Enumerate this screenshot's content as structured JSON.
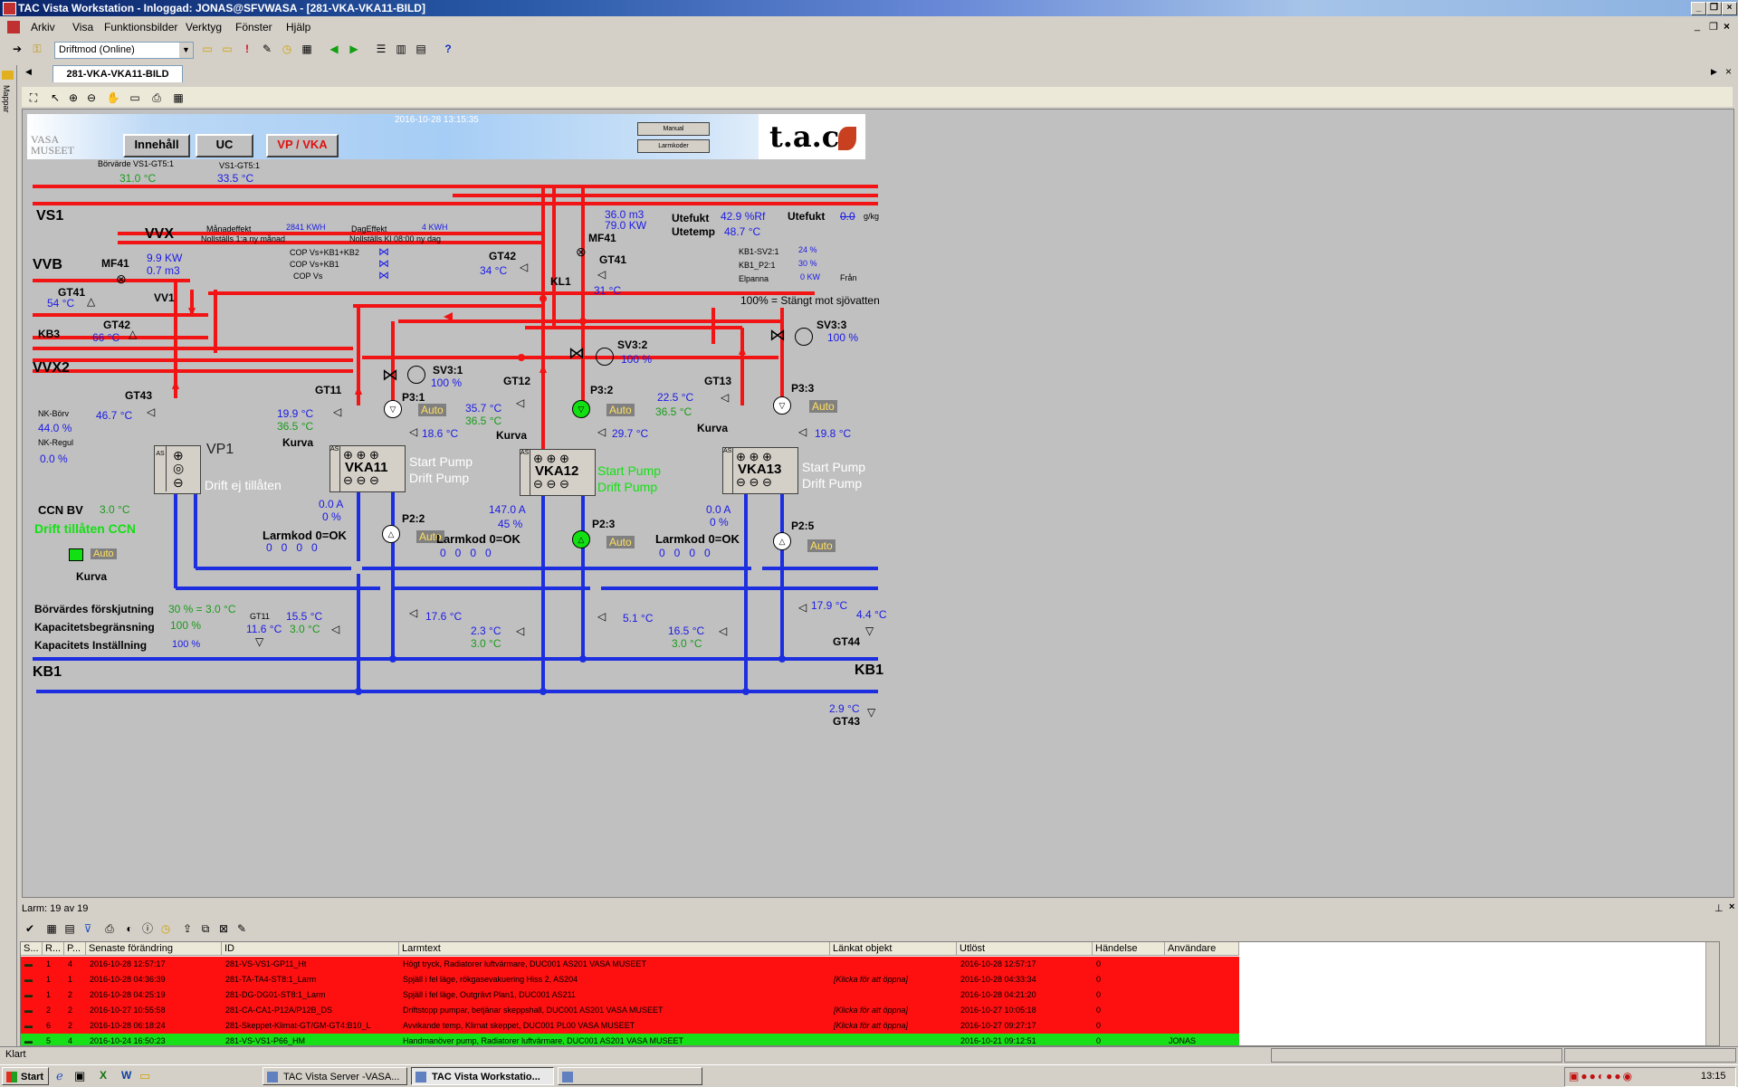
{
  "window": {
    "title": "TAC Vista Workstation - Inloggad: JONAS@SFVWASA - [281-VKA-VKA11-BILD]"
  },
  "menu": [
    "Arkiv",
    "Visa",
    "Funktionsbilder",
    "Verktyg",
    "Fönster",
    "Hjälp"
  ],
  "toolbar": {
    "mode": "Driftmod (Online)"
  },
  "left_strip_label": "Mappar",
  "doc_tab": "281-VKA-VKA11-BILD",
  "scada": {
    "timestamp": "2016-10-28 13:15:35",
    "nav_buttons": [
      "Innehåll",
      "UC",
      "VP / VKA"
    ],
    "small_buttons": [
      "Manual",
      "Larmkoder"
    ],
    "logo": "t.a.c",
    "vasa_logo": "VASA MUSEET",
    "vs1": {
      "borvarde_label": "Börvärde VS1-GT5:1",
      "borvarde_value": "31.0 °C",
      "gt5_label": "VS1-GT5:1",
      "gt5_value": "33.5 °C",
      "name": "VS1"
    },
    "vvx": {
      "name": "VVX",
      "manadseffekt_label": "Månadeffekt",
      "manadseffekt_value": "2841 KWH",
      "manad_reset": "Nollställs 1:a ny månad",
      "dageffekt_label": "DagEffekt",
      "dageffekt_value": "4 KWH",
      "dag_reset": "Nollställs Kl 08:00  ny dag",
      "cop1": "COP Vs+KB1+KB2",
      "cop2": "COP Vs+KB1",
      "cop3": "COP Vs"
    },
    "vvb": {
      "name": "VVB",
      "mf41": "MF41",
      "kw": "9.9 KW",
      "m3": "0.7 m3",
      "gt41": "GT41",
      "gt41_value": "54 °C",
      "vv1": "VV1"
    },
    "kb3": {
      "name": "KB3",
      "gt42": "GT42",
      "gt42_value": "66 °C"
    },
    "vvx2": "VVX2",
    "gt43": {
      "label": "GT43",
      "value": "46.7 °C"
    },
    "nk": {
      "borv_label": "NK-Börv",
      "borv_value": "44.0 %",
      "regul_label": "NK-Regul",
      "regul_value": "0.0 %"
    },
    "vp1": {
      "name": "VP1",
      "status": "Drift ej tillåten"
    },
    "ccn": {
      "label": "CCN BV",
      "value": "3.0 °C",
      "status": "Drift tillåten CCN",
      "auto": "Auto",
      "kurva": "Kurva"
    },
    "gt42_main": {
      "label": "GT42",
      "value": "34 °C"
    },
    "kl1": "KL1",
    "flow": {
      "m3": "36.0 m3",
      "kw": "79.0 KW",
      "mf41": "MF41",
      "gt41": "GT41",
      "gt41_value": "31 °C"
    },
    "outdoor": {
      "utefukt_label": "Utefukt",
      "utefukt_value": "42.9 %Rf",
      "utetemp_label": "Utetemp",
      "utetemp_value": "48.7 °C",
      "utefukt2_label": "Utefukt",
      "utefukt2_value": "0.0",
      "utefukt2_unit": "g/kg"
    },
    "kb_info": {
      "kb1_sv2_label": "KB1-SV2:1",
      "kb1_sv2_value": "24 %",
      "kb1_p2_label": "KB1_P2:1",
      "kb1_p2_value": "30 %",
      "elpanna_label": "Elpanna",
      "elpanna_value": "0 KW",
      "elpanna_state": "Från",
      "note": "100% = Stängt mot sjövatten"
    },
    "vka11": {
      "name": "VKA11",
      "sv": "SV3:1",
      "sv_value": "100 %",
      "pump": "P3:1",
      "pump_mode": "Auto",
      "gt11": "GT11",
      "t1": "19.9 °C",
      "t2": "36.5 °C",
      "kurva": "Kurva",
      "t_ret": "18.6 °C",
      "start": "Start Pump",
      "drift": "Drift Pump",
      "amp": "0.0 A",
      "pct": "0 %",
      "p2": "P2:2",
      "p2_mode": "Auto",
      "larm_label": "Larmkod 0=OK",
      "larm_codes": "0   0   0   0"
    },
    "vka12": {
      "name": "VKA12",
      "sv": "SV3:2",
      "sv_value": "100 %",
      "pump": "P3:2",
      "pump_mode": "Auto",
      "gt12": "GT12",
      "t1": "35.7 °C",
      "t2": "36.5 °C",
      "kurva": "Kurva",
      "t_ret": "29.7 °C",
      "start": "Start Pump",
      "drift": "Drift Pump",
      "amp": "147.0 A",
      "pct": "45 %",
      "p2": "P2:3",
      "p2_mode": "Auto",
      "larm_label": "Larmkod 0=OK",
      "larm_codes": "0   0   0   0"
    },
    "vka13": {
      "name": "VKA13",
      "sv": "SV3:3",
      "sv_value": "100 %",
      "pump": "P3:3",
      "pump_mode": "Auto",
      "gt13": "GT13",
      "t1": "22.5 °C",
      "t2": "36.5 °C",
      "kurva": "Kurva",
      "t_ret": "19.8 °C",
      "start": "Start Pump",
      "drift": "Drift Pump",
      "amp": "0.0 A",
      "pct": "0 %",
      "p2": "P2:5",
      "p2_mode": "Auto",
      "larm_label": "Larmkod 0=OK",
      "larm_codes": "0   0   0   0"
    },
    "bottom": {
      "forskj_label": "Börvärdes förskjutning",
      "forskj_value": "30 % = 3.0 °C",
      "kapbeg_label": "Kapacitetsbegränsning",
      "kapbeg_value": "100 %",
      "kapinst_label": "Kapacitets Inställning",
      "kapinst_value": "100 %",
      "gt11_label": "GT11",
      "gt11_v1": "15.5 °C",
      "gt11_v2": "11.6 °C",
      "gt11_v3": "3.0 °C",
      "t_176": "17.6 °C",
      "t_23": "2.3 °C",
      "t_30a": "3.0 °C",
      "t_51": "5.1 °C",
      "t_165": "16.5 °C",
      "t_30b": "3.0 °C",
      "t_179": "17.9 °C",
      "t_44": "4.4 °C",
      "gt44": "GT44",
      "kb1_left": "KB1",
      "kb1_right": "KB1",
      "gt43_value": "2.9 °C",
      "gt43": "GT43"
    }
  },
  "alarm_panel": {
    "header": "Larm: 19 av 19",
    "columns": [
      "S...",
      "R...",
      "P...",
      "Senaste förändring",
      "ID",
      "Larmtext",
      "Länkat objekt",
      "Utlöst",
      "Händelse",
      "Användare"
    ],
    "rows": [
      {
        "r": "1",
        "p": "4",
        "time": "2016-10-28 12:57:17",
        "id": "281-VS-VS1-GP11_Ht",
        "text": "Högt tryck, Radiatorer luftvärmare, DUC001 AS201 VASA MUSEET",
        "link": "",
        "utlost": "2016-10-28 12:57:17",
        "h": "0",
        "user": "",
        "color": "#ff1010"
      },
      {
        "r": "1",
        "p": "1",
        "time": "2016-10-28 04:36:39",
        "id": "281-TA-TA4-ST8:1_Larm",
        "text": "Spjäll i fel läge, rökgasevakuering Hiss 2, AS204",
        "link": "[Klicka för att öppna]",
        "utlost": "2016-10-28 04:33:34",
        "h": "0",
        "user": "",
        "color": "#ff1010"
      },
      {
        "r": "1",
        "p": "2",
        "time": "2016-10-28 04:25:19",
        "id": "281-DG-DG01-ST8:1_Larm",
        "text": "Spjäll i fel läge, Outgrävt Plan1, DUC001 AS211",
        "link": "",
        "utlost": "2016-10-28 04:21:20",
        "h": "0",
        "user": "",
        "color": "#ff1010"
      },
      {
        "r": "2",
        "p": "2",
        "time": "2016-10-27 10:55:58",
        "id": "281-CA-CA1-P12A/P12B_DS",
        "text": "Driftstopp pumpar, betjänar skeppshall, DUC001 AS201 VASA MUSEET",
        "link": "[Klicka för att öppna]",
        "utlost": "2016-10-27 10:05:18",
        "h": "0",
        "user": "",
        "color": "#ff1010"
      },
      {
        "r": "6",
        "p": "2",
        "time": "2016-10-28 06:18:24",
        "id": "281-Skeppet-Klimat-GT/GM-GT4:B10_L",
        "text": "Avvikande temp, Klimat skeppet, DUC001 PL00 VASA MUSEET",
        "link": "[Klicka för att öppna]",
        "utlost": "2016-10-27 09:27:17",
        "h": "0",
        "user": "",
        "color": "#ff1010"
      },
      {
        "r": "5",
        "p": "4",
        "time": "2016-10-24 16:50:23",
        "id": "281-VS-VS1-P66_HM",
        "text": "Handmanöver pump, Radiatorer luftvärmare, DUC001 AS201 VASA MUSEET",
        "link": "",
        "utlost": "2016-10-21 09:12:51",
        "h": "0",
        "user": "JONAS",
        "color": "#18e018"
      }
    ]
  },
  "status": "Klart",
  "taskbar": {
    "start": "Start",
    "tasks": [
      "TAC Vista Server -VASA...",
      "TAC Vista Workstatio..."
    ],
    "clock": "13:15"
  }
}
